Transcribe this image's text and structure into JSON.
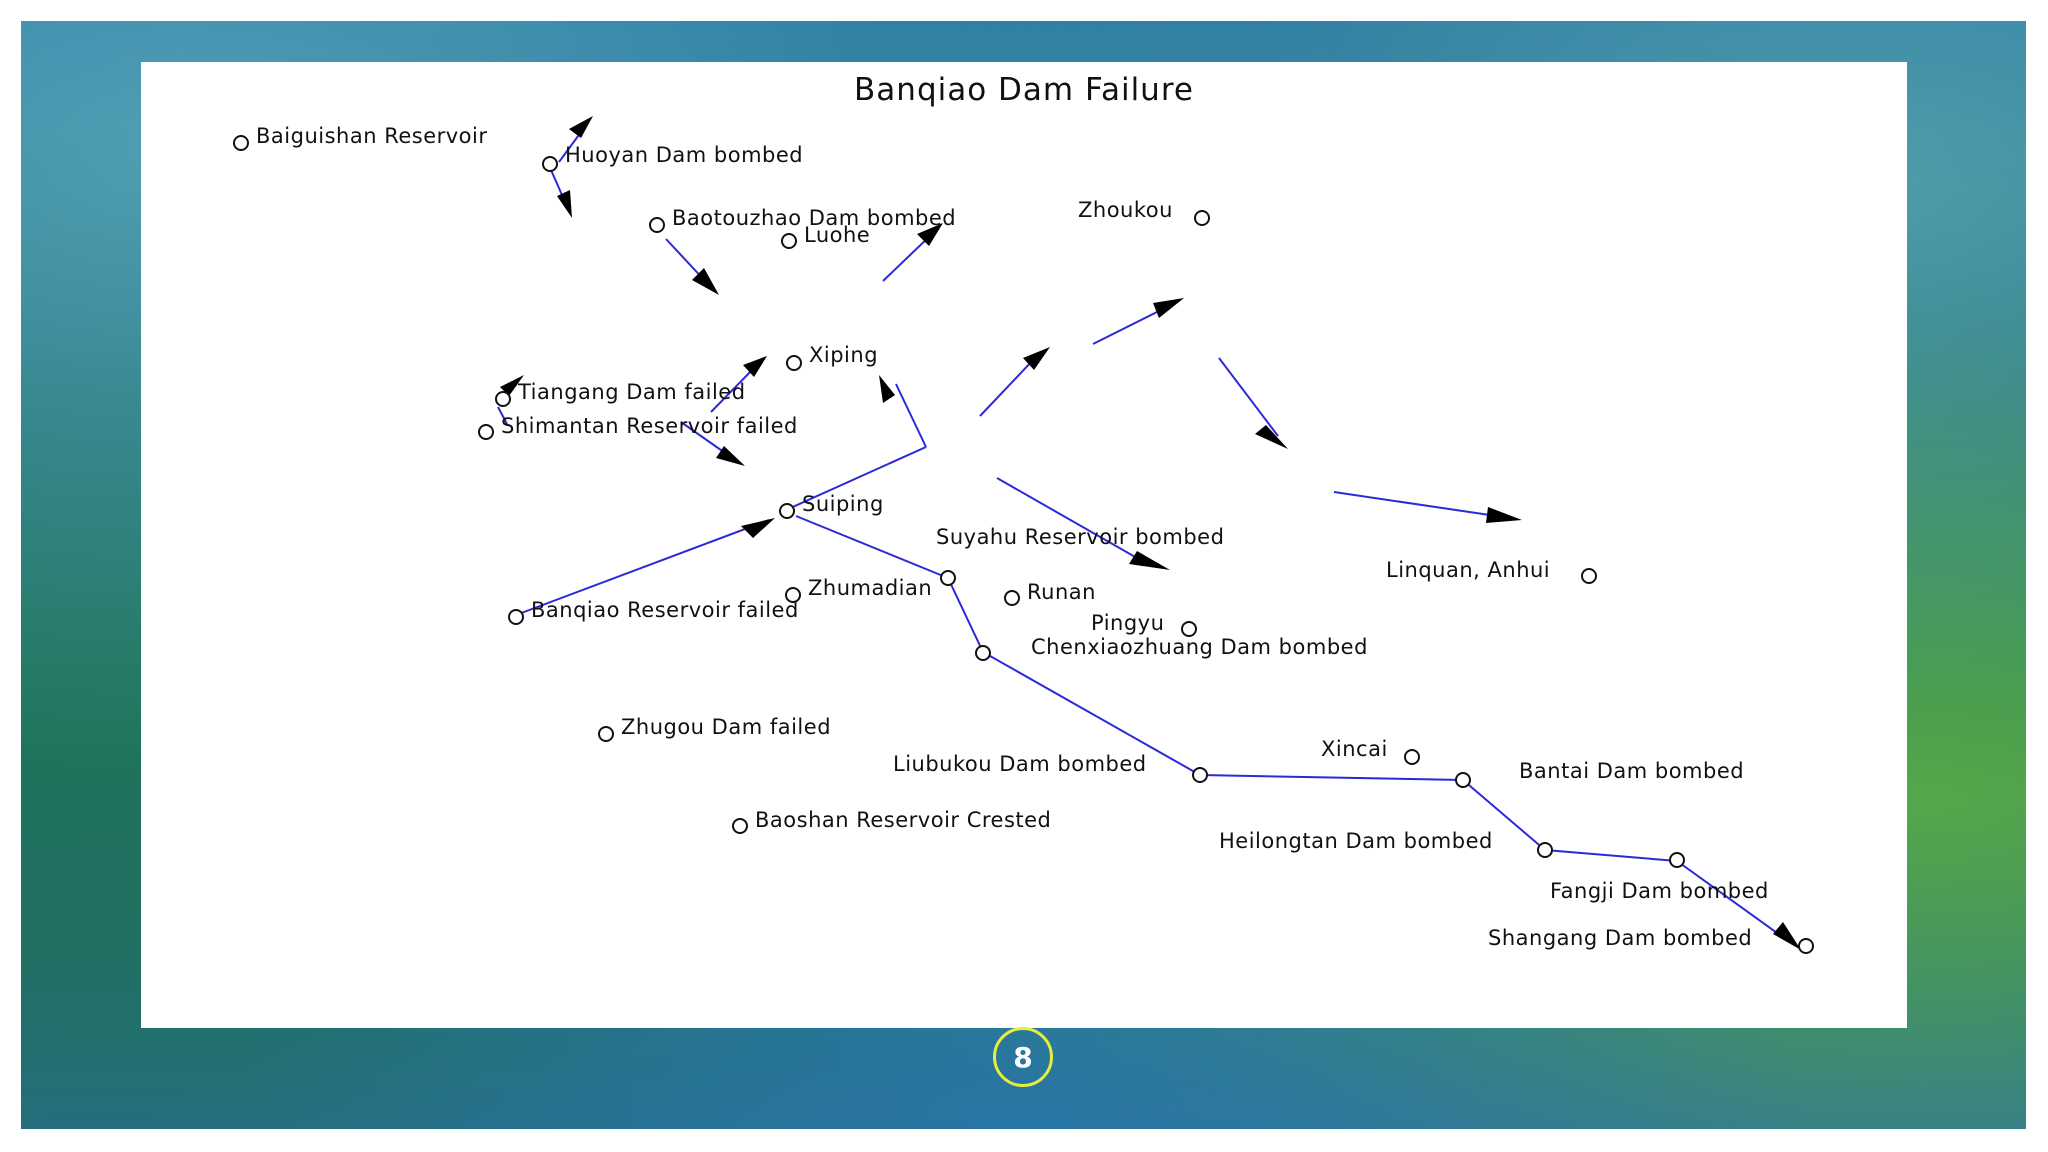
{
  "diagram": {
    "title": "Banqiao Dam Failure",
    "edge_color": "#2a2ad8",
    "labels": [
      "Baiguishan Reservoir",
      "Huoyan Dam bombed",
      "Baotouzhao Dam bombed",
      "Luohe",
      "Zhoukou",
      "Xiping",
      "Tiangang Dam failed",
      "Shimantan Reservoir failed",
      "Suiping",
      "Suyahu Reservoir bombed",
      "Linquan, Anhui",
      "Zhumadian",
      "Runan",
      "Banqiao Reservoir failed",
      "Pingyu",
      "Chenxiaozhuang Dam bombed",
      "Zhugou Dam failed",
      "Xincai",
      "Liubukou Dam bombed",
      "Bantai Dam bombed",
      "Baoshan Reservoir Crested",
      "Heilongtan Dam bombed",
      "Fangji Dam bombed",
      "Shangang Dam bombed"
    ]
  },
  "slide": {
    "page_number": "8"
  }
}
